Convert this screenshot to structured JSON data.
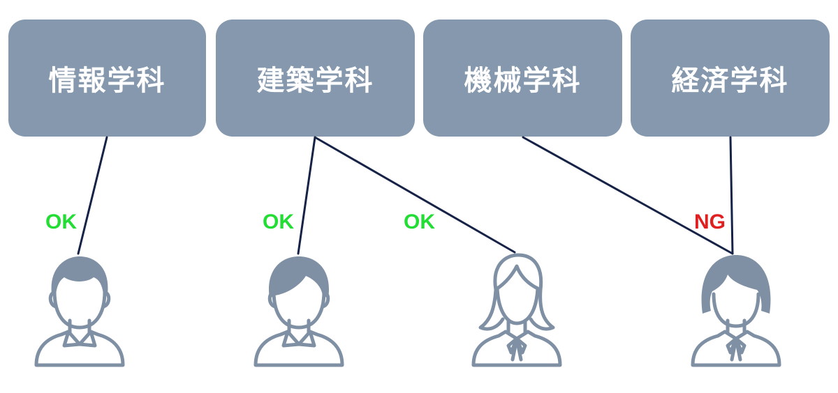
{
  "departments": [
    {
      "label": "情報学科"
    },
    {
      "label": "建築学科"
    },
    {
      "label": "機械学科"
    },
    {
      "label": "経済学科"
    }
  ],
  "results": [
    {
      "text": "OK",
      "color": "#22dd33"
    },
    {
      "text": "OK",
      "color": "#22dd33"
    },
    {
      "text": "OK",
      "color": "#22dd33"
    },
    {
      "text": "NG",
      "color": "#e02020"
    }
  ],
  "people": [
    {
      "icon": "male-student-icon"
    },
    {
      "icon": "male-student-icon"
    },
    {
      "icon": "female-student-long-hair-icon"
    },
    {
      "icon": "female-student-bob-hair-icon"
    }
  ],
  "colors": {
    "box": "#8598ad",
    "line": "#162347",
    "person": "#7f90a4",
    "ok": "#22dd33",
    "ng": "#e02020"
  }
}
